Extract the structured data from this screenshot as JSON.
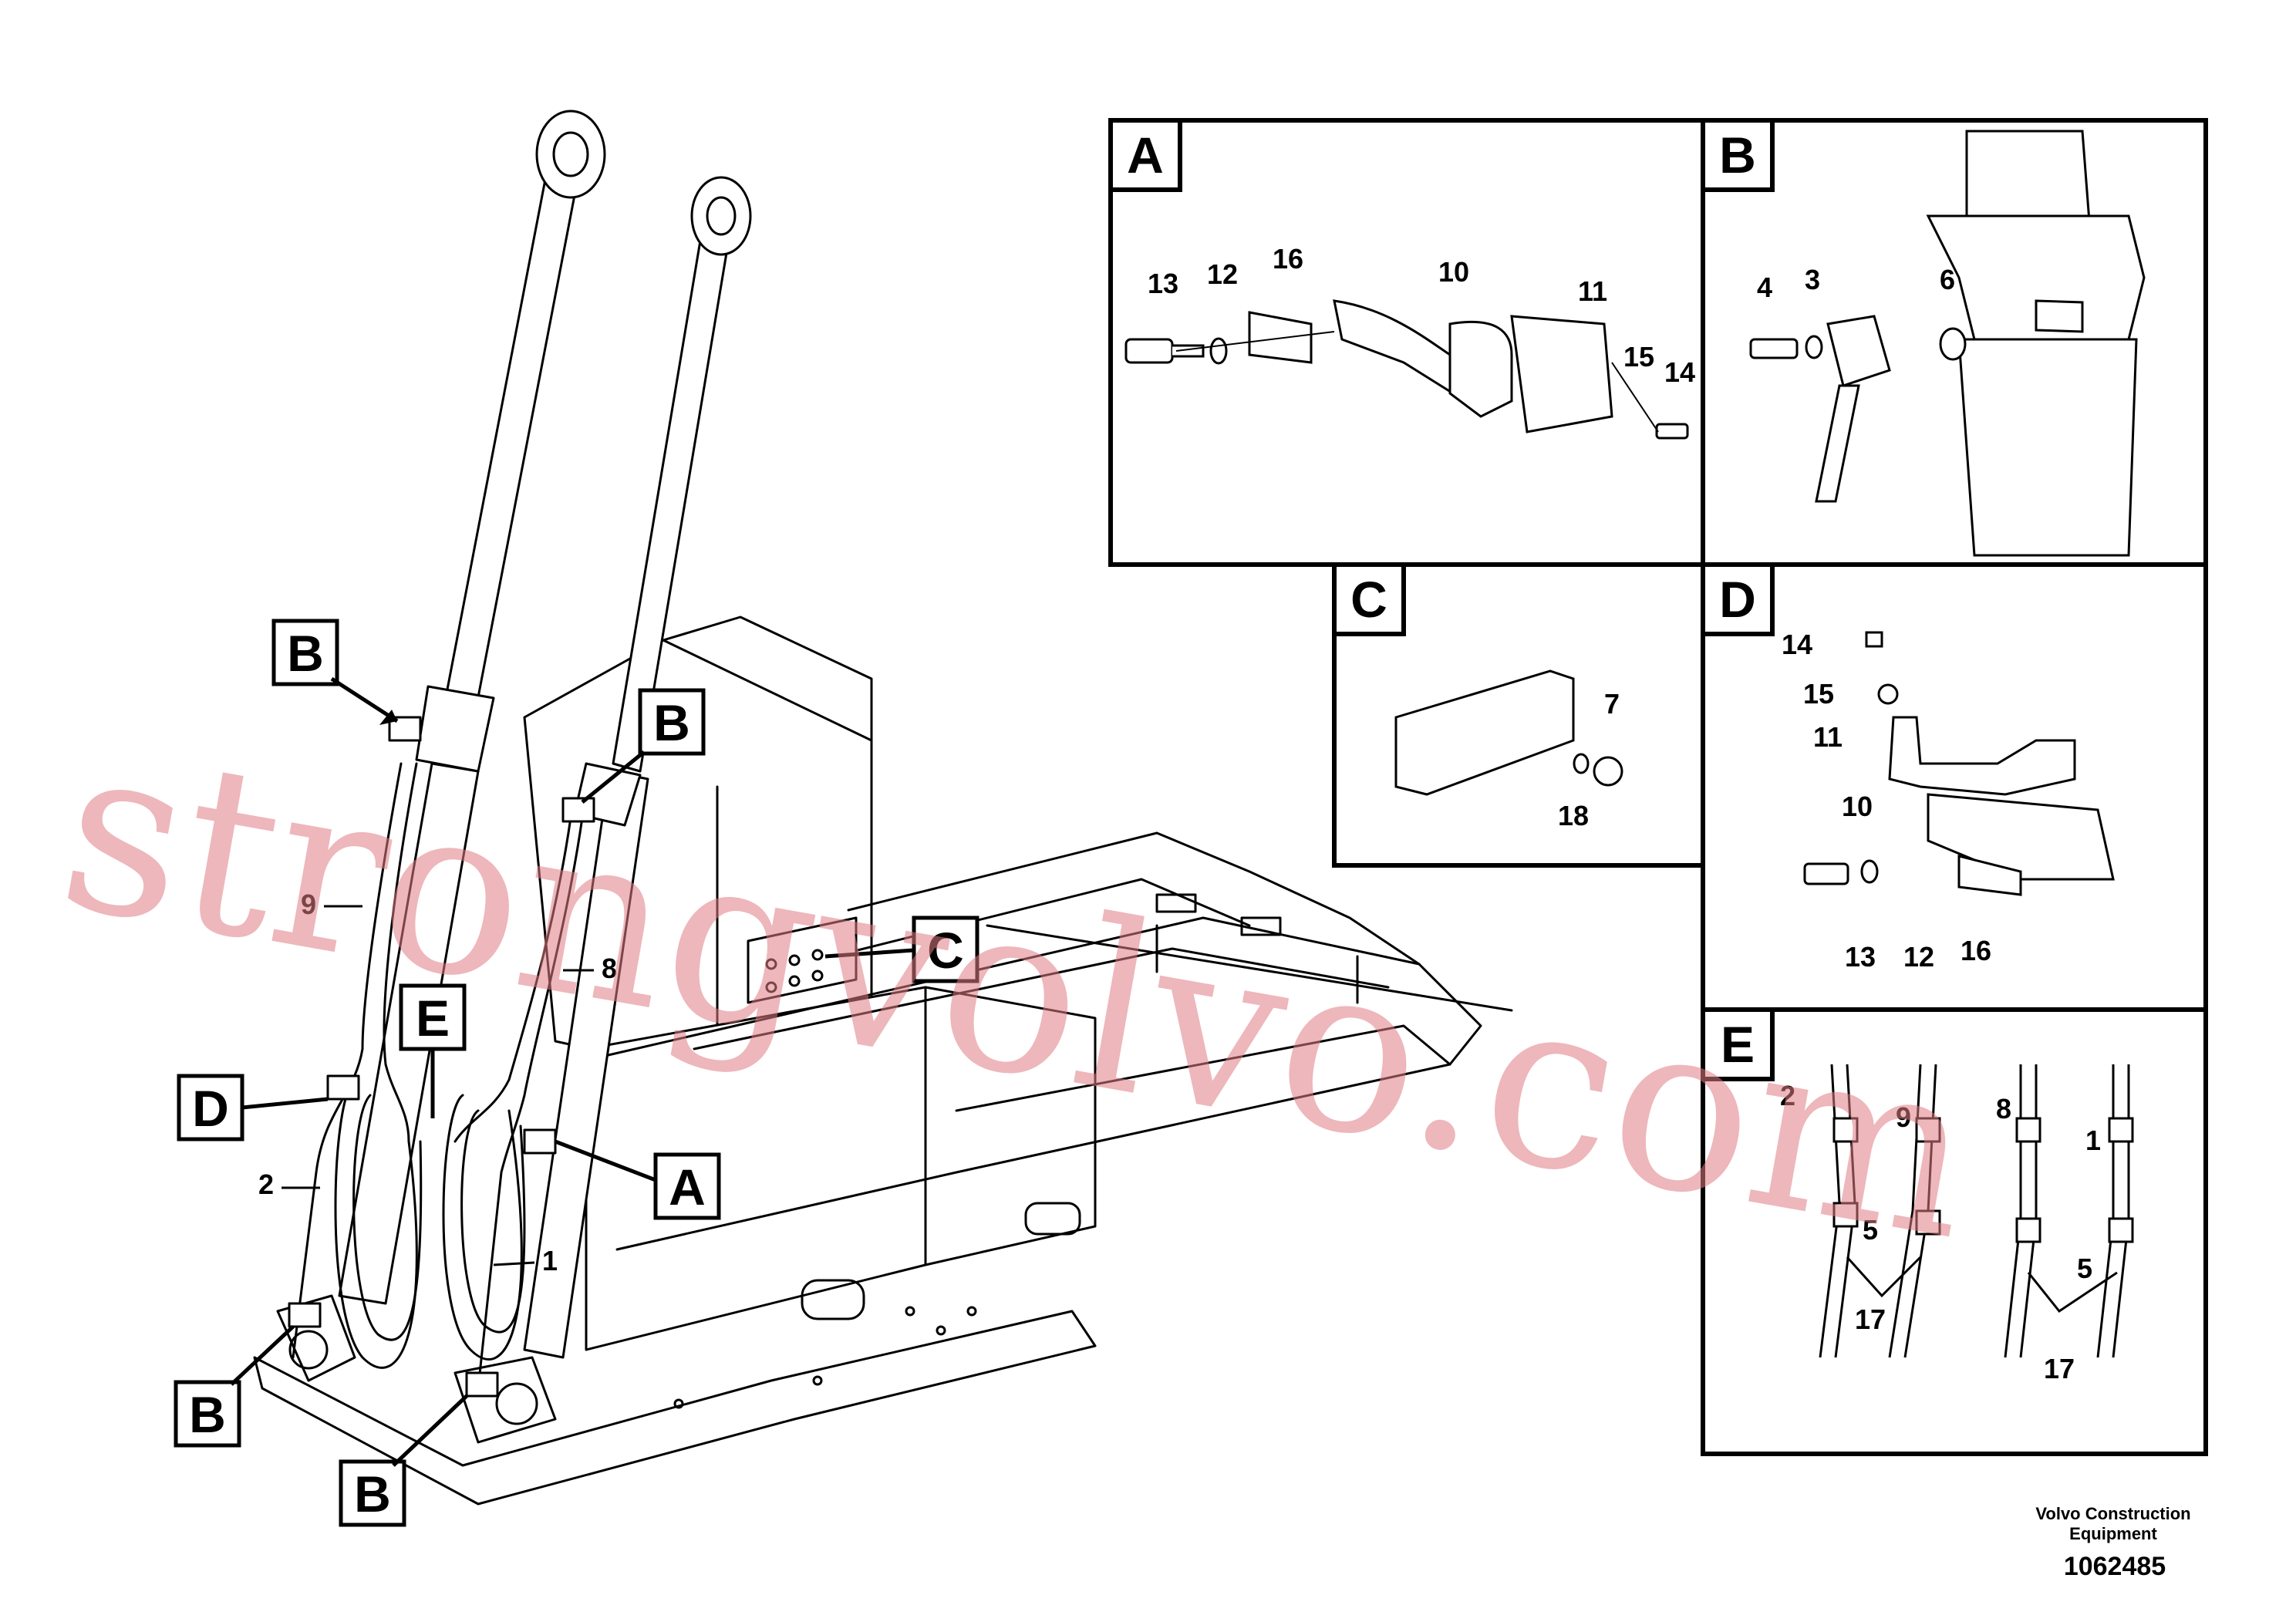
{
  "watermark": "strongvolvo.com",
  "callouts": {
    "main": {
      "B": "B",
      "C": "C",
      "D": "D",
      "E": "E",
      "A": "A"
    },
    "parts": {
      "p9": "9",
      "p8": "8",
      "p2": "2",
      "p1": "1"
    }
  },
  "panels": {
    "A": {
      "letter": "A",
      "labels": [
        "13",
        "12",
        "16",
        "10",
        "11",
        "15",
        "14"
      ]
    },
    "B": {
      "letter": "B",
      "labels": [
        "4",
        "3",
        "6"
      ]
    },
    "C": {
      "letter": "C",
      "labels": [
        "7",
        "18"
      ]
    },
    "D": {
      "letter": "D",
      "labels": [
        "14",
        "15",
        "11",
        "10",
        "13",
        "12",
        "16"
      ]
    },
    "E": {
      "letter": "E",
      "labels": [
        "2",
        "9",
        "8",
        "1",
        "5",
        "5",
        "17",
        "17"
      ]
    }
  },
  "footer": {
    "line1": "Volvo Construction",
    "line2": "Equipment",
    "drawing_number": "1062485"
  }
}
